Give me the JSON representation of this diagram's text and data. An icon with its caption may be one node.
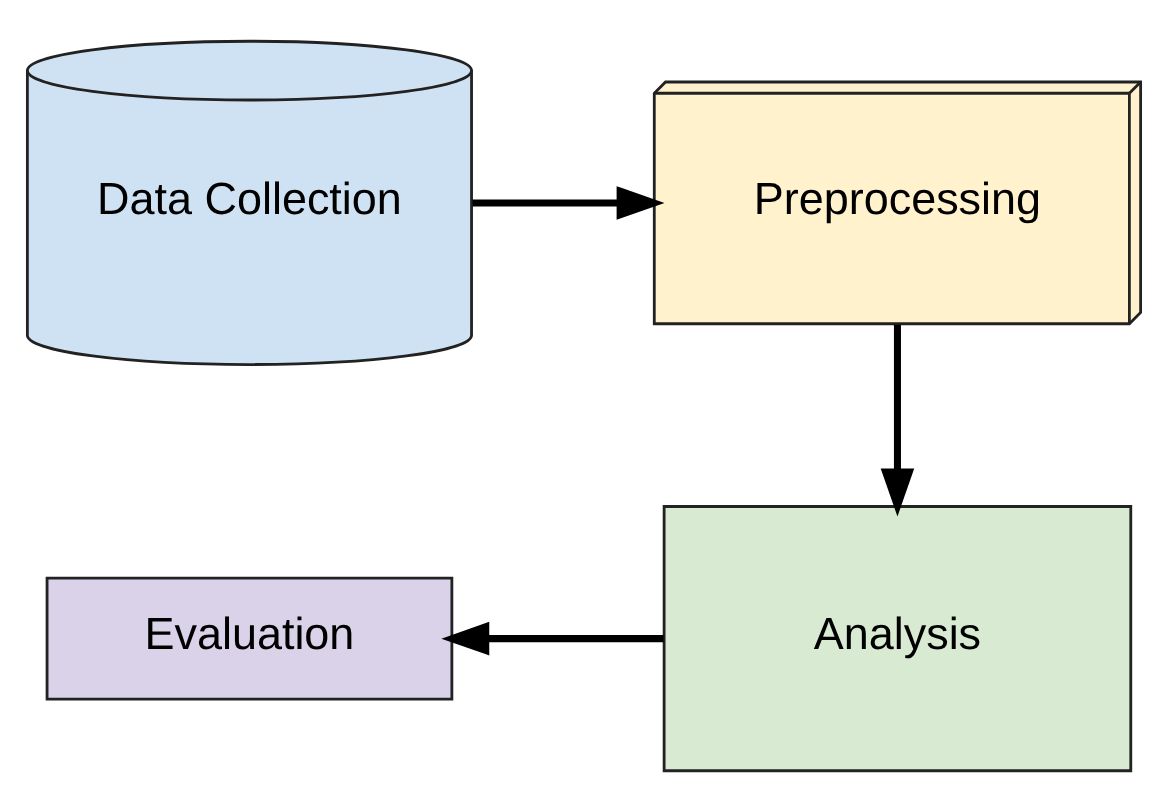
{
  "diagram": {
    "nodes": [
      {
        "text": [
          "Data Collection"
        ]
      },
      {
        "text": [
          "Preprocessing"
        ]
      },
      {
        "text": [
          "Analysis"
        ]
      },
      {
        "text": [
          "Evaluation"
        ]
      }
    ],
    "edges": [
      {
        "from": 0,
        "to": 1,
        "arrow": "to"
      },
      {
        "from": 1,
        "to": 2,
        "arrow": "to"
      },
      {
        "from": 2,
        "to": 3,
        "arrow": "to"
      }
    ]
  }
}
